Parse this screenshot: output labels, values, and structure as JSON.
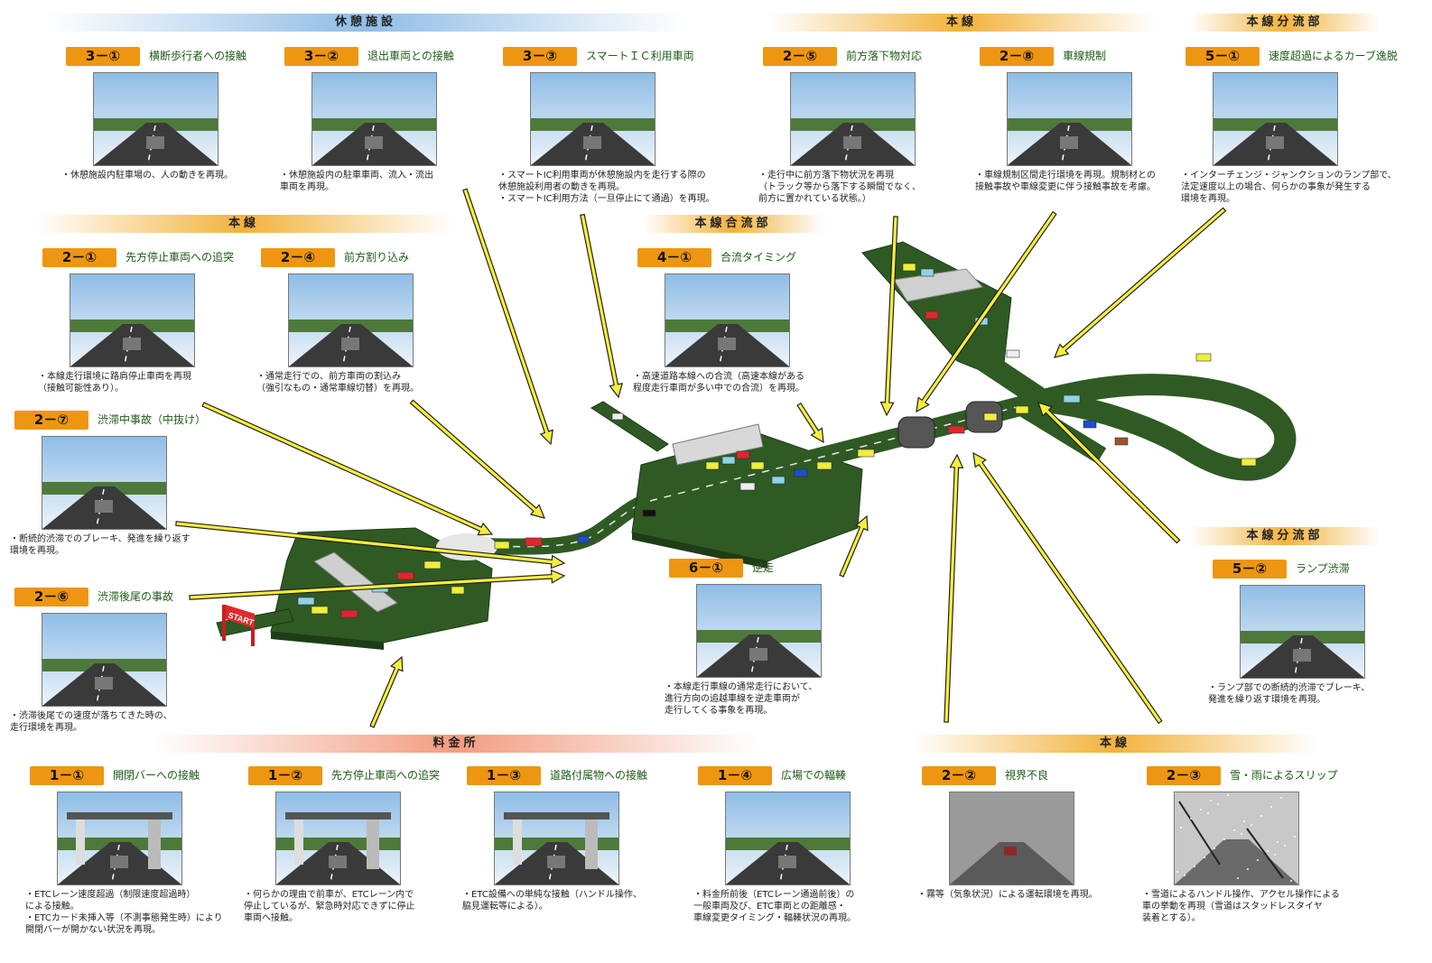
{
  "banners": {
    "rest_area": "休憩施設",
    "main_line_top": "本線",
    "main_branch_top": "本線分流部",
    "main_line_left": "本線",
    "merge": "本線合流部",
    "main_branch_right": "本線分流部",
    "toll": "料金所",
    "main_line_bottom": "本線"
  },
  "map": {
    "start_label": "START"
  },
  "cards": [
    {
      "id": "3-1",
      "code": "3－①",
      "title": "横断歩行者への接触",
      "desc": [
        "・休憩施設内駐車場の、人の動きを再現。"
      ]
    },
    {
      "id": "3-2",
      "code": "3－②",
      "title": "退出車両との接触",
      "desc": [
        "・休憩施設内の駐車車両、流入・流出",
        "車両を再現。"
      ]
    },
    {
      "id": "3-3",
      "code": "3－③",
      "title": "スマートＩＣ利用車両",
      "desc": [
        "・スマートIC利用車両が休憩施設内を走行する際の",
        "休憩施設利用者の動きを再現。",
        "・スマートIC利用方法（一旦停止にて通過）を再現。"
      ]
    },
    {
      "id": "2-5",
      "code": "2－⑤",
      "title": "前方落下物対応",
      "desc": [
        "・走行中に前方落下物状況を再現",
        "（トラック等から落下する瞬間でなく、",
        "前方に置かれている状態。）"
      ]
    },
    {
      "id": "2-8",
      "code": "2－⑧",
      "title": "車線規制",
      "desc": [
        "・車線規制区間走行環境を再現。規制材との",
        "接触事故や車線変更に伴う接触事故を考慮。"
      ]
    },
    {
      "id": "5-1",
      "code": "5－①",
      "title": "速度超過によるカーブ逸脱",
      "desc": [
        "・インターチェンジ・ジャンクションのランプ部で、",
        "法定速度以上の場合、何らかの事象が発生する",
        "環境を再現。"
      ]
    },
    {
      "id": "2-1",
      "code": "2－①",
      "title": "先方停止車両への追突",
      "desc": [
        "・本線走行環境に路肩停止車両を再現",
        "（接触可能性あり）。"
      ]
    },
    {
      "id": "2-4",
      "code": "2－④",
      "title": "前方割り込み",
      "desc": [
        "・通常走行での、前方車両の割込み",
        "（強引なもの・通常車線切替）を再現。"
      ]
    },
    {
      "id": "4-1",
      "code": "4－①",
      "title": "合流タイミング",
      "desc": [
        "・高速道路本線への合流（高速本線がある",
        "程度走行車両が多い中での合流）を再現。"
      ]
    },
    {
      "id": "2-7",
      "code": "2－⑦",
      "title": "渋滞中事故（中抜け）",
      "desc": [
        "・断続的渋滞でのブレーキ、発進を繰り返す",
        "環境を再現。"
      ]
    },
    {
      "id": "2-6",
      "code": "2－⑥",
      "title": "渋滞後尾の事故",
      "desc": [
        "・渋滞後尾での速度が落ちてきた時の、",
        "走行環境を再現。"
      ]
    },
    {
      "id": "6-1",
      "code": "6－①",
      "title": "逆走",
      "desc": [
        "・本線走行車線の通常走行において、",
        "進行方向の追越車線を逆走車両が",
        "走行してくる事象を再現。"
      ]
    },
    {
      "id": "5-2",
      "code": "5－②",
      "title": "ランプ渋滞",
      "desc": [
        "・ランプ部での断続的渋滞でブレーキ、",
        "発進を繰り返す環境を再現。"
      ]
    },
    {
      "id": "1-1",
      "code": "1－①",
      "title": "開閉バーへの接触",
      "desc": [
        "・ETCレーン速度超過（制限速度超過時）",
        "による接触。",
        "・ETCカード未挿入等（不測事態発生時）により",
        "開閉バーが開かない状況を再現。"
      ]
    },
    {
      "id": "1-2",
      "code": "1－②",
      "title": "先方停止車両への追突",
      "desc": [
        "・何らかの理由で前車が、ETCレーン内で",
        "停止しているが、緊急時対応できずに停止",
        "車両へ接触。"
      ]
    },
    {
      "id": "1-3",
      "code": "1－③",
      "title": "道路付属物への接触",
      "desc": [
        "・ETC設備への単純な接触（ハンドル操作、",
        "脇見運転等による）。"
      ]
    },
    {
      "id": "1-4",
      "code": "1－④",
      "title": "広場での輻輳",
      "desc": [
        "・料金所前後（ETCレーン通過前後）の",
        "一般車両及び、ETC車両との距離感・",
        "車線変更タイミング・輻輳状況の再現。"
      ]
    },
    {
      "id": "2-2",
      "code": "2－②",
      "title": "視界不良",
      "desc": [
        "・霧等（気象状況）による運転環境を再現。"
      ]
    },
    {
      "id": "2-3",
      "code": "2－③",
      "title": "雪・雨によるスリップ",
      "desc": [
        "・雪道によるハンドル操作、アクセル操作による",
        "車の挙動を再現（雪道はスタッドレスタイヤ",
        "装着とする）。"
      ]
    }
  ],
  "colors": {
    "badge": "#ee9611",
    "title_green": "#1d5b17",
    "ground": "#2f5a24",
    "arrow_fill": "#f6ee3c"
  }
}
